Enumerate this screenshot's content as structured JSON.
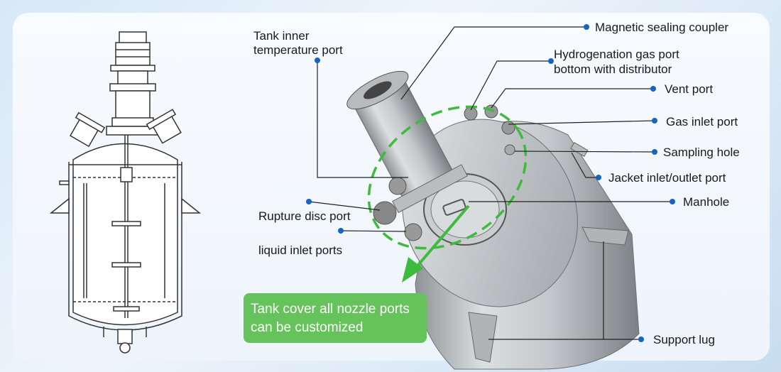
{
  "labels": {
    "tank_inner_temperature_port_line1": "Tank inner",
    "tank_inner_temperature_port_line2": "temperature port",
    "magnetic_sealing_coupler": "Magnetic sealing coupler",
    "hydrogenation_gas_port_line1": "Hydrogenation gas port",
    "hydrogenation_gas_port_line2": "bottom with distributor",
    "vent_port": "Vent port",
    "gas_inlet_port": "Gas inlet port",
    "sampling_hole": "Sampling hole",
    "jacket_inlet_outlet_port": "Jacket inlet/outlet port",
    "manhole": "Manhole",
    "rupture_disc_port": "Rupture disc port",
    "liquid_inlet_ports": "liquid inlet ports",
    "support_lug": "Support lug"
  },
  "callout": {
    "line1": "Tank cover all nozzle ports",
    "line2": "can be customized"
  },
  "colors": {
    "leader_line": "#222222",
    "dot": "#1565c0",
    "callout_green": "#66c25a",
    "dash_green": "#3dbb3d"
  }
}
